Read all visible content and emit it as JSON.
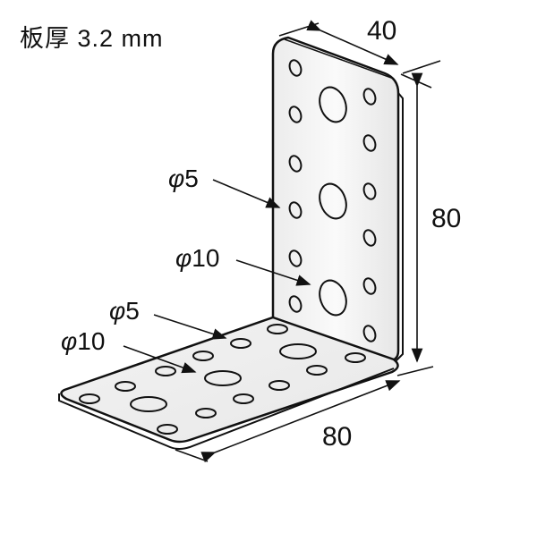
{
  "title": "板厚 3.2 mm",
  "dimensions": {
    "width_top": "40",
    "height_vertical": "80",
    "length_bottom": "80"
  },
  "callouts": [
    {
      "symbol": "φ",
      "value": "5",
      "target": "vertical-plate-small-hole"
    },
    {
      "symbol": "φ",
      "value": "10",
      "target": "vertical-plate-large-hole"
    },
    {
      "symbol": "φ",
      "value": "5",
      "target": "horizontal-plate-small-hole"
    },
    {
      "symbol": "φ",
      "value": "10",
      "target": "horizontal-plate-large-hole"
    }
  ],
  "colors": {
    "line": "#111111",
    "plate_fill": "#f0f0f0",
    "background": "#ffffff"
  }
}
